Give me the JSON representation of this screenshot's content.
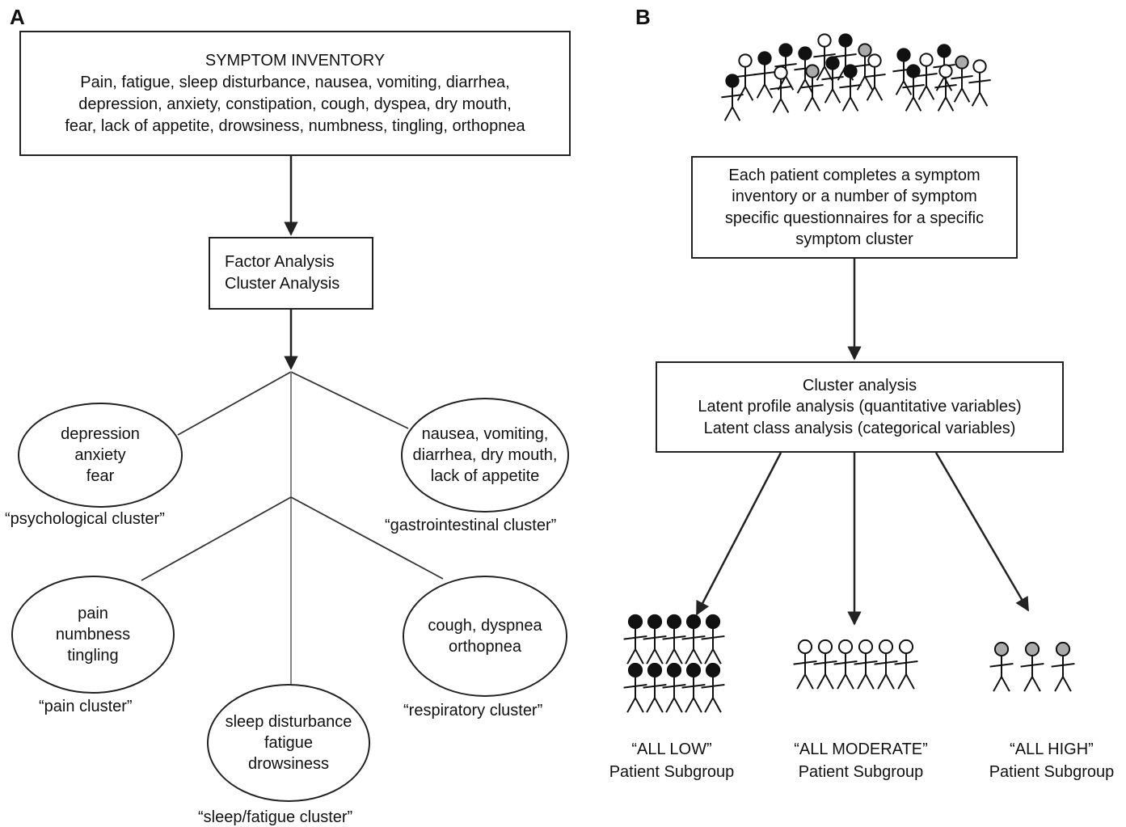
{
  "panel_a": {
    "label": "A",
    "inventory": {
      "title": "SYMPTOM INVENTORY",
      "lines": [
        "Pain, fatigue, sleep disturbance, nausea, vomiting, diarrhea,",
        "depression, anxiety, constipation, cough, dyspea, dry mouth,",
        "fear, lack of appetite, drowsiness, numbness, tingling, orthopnea"
      ]
    },
    "analysis": [
      "Factor Analysis",
      "Cluster Analysis"
    ],
    "clusters": {
      "psychological": {
        "items": [
          "depression",
          "anxiety",
          "fear"
        ],
        "caption": "“psychological cluster”"
      },
      "gastrointestinal": {
        "items": [
          "nausea, vomiting,",
          "diarrhea, dry mouth,",
          "lack of appetite"
        ],
        "caption": "“gastrointestinal cluster”"
      },
      "pain": {
        "items": [
          "pain",
          "numbness",
          "tingling"
        ],
        "caption": "“pain cluster”"
      },
      "respiratory": {
        "items": [
          "cough, dyspnea",
          "orthopnea"
        ],
        "caption": "“respiratory cluster”"
      },
      "sleep": {
        "items": [
          "sleep disturbance",
          "fatigue",
          "drowsiness"
        ],
        "caption": "“sleep/fatigue cluster”"
      }
    }
  },
  "panel_b": {
    "label": "B",
    "patients_box": [
      "Each patient completes a symptom",
      "inventory or a number of symptom",
      "specific questionnaires for a specific",
      "symptom cluster"
    ],
    "cluster_box": [
      "Cluster analysis",
      "Latent profile analysis (quantitative variables)",
      "Latent class analysis (categorical variables)"
    ],
    "subgroups": {
      "low": [
        "“ALL LOW”",
        "Patient Subgroup"
      ],
      "moderate": [
        "“ALL MODERATE”",
        "Patient Subgroup"
      ],
      "high": [
        "“ALL HIGH”",
        "Patient Subgroup"
      ]
    },
    "figure_colors": {
      "low": "#111111",
      "moderate": "#ffffff",
      "high": "#aaaaaa"
    }
  }
}
